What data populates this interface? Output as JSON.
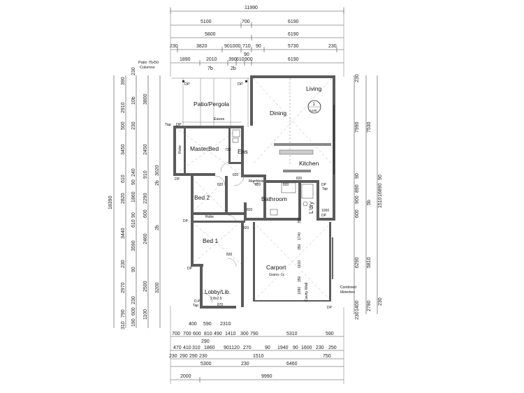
{
  "dimensions": {
    "top": [
      [
        "11990"
      ],
      [
        "5100",
        "700",
        "6190"
      ],
      [
        "5800",
        "6190"
      ],
      [
        "230",
        "3820",
        "901000",
        "710",
        "90",
        "5730",
        "230"
      ],
      [
        "90"
      ],
      [
        "1890",
        "2010",
        "390",
        "610",
        "900",
        "6190"
      ],
      [
        "7b",
        "2b"
      ]
    ],
    "bottom": [
      [
        "400",
        "590",
        "2310"
      ],
      [
        "700",
        "700",
        "600",
        "810",
        "490",
        "1410",
        "300",
        "790",
        "5310",
        "590"
      ],
      [
        "290"
      ],
      [
        "470",
        "410",
        "310",
        "1860",
        "901120",
        "270",
        "90",
        "1940",
        "90",
        "1600",
        "230",
        "250"
      ],
      [
        "230",
        "290",
        "290",
        "230",
        "1510",
        "750"
      ],
      [
        "5300",
        "230",
        "6460"
      ],
      [
        "2000",
        "9990"
      ]
    ],
    "left_outer": [
      "18390"
    ],
    "left_2": [
      "390",
      "2910",
      "500",
      "3450",
      "610",
      "2820",
      "3440",
      "230",
      "2970",
      "790",
      "310"
    ],
    "left_3": [
      "230",
      "10b",
      "230",
      "240",
      "90",
      "1860",
      "90",
      "610",
      "3590",
      "90",
      "230",
      "600",
      "190"
    ],
    "left_4": [
      "3800",
      "2450",
      "910",
      "2290",
      "600",
      "2460",
      "2500",
      "1100"
    ],
    "left_5": [
      "3020",
      "2b",
      "2b",
      "3200"
    ],
    "right_1": [
      "230",
      "7990",
      "90",
      "890",
      "900",
      "600",
      "6290",
      "1400",
      "230"
    ],
    "right_2": [
      "7530",
      "5b",
      "5810",
      "2780"
    ],
    "right_3": [
      "90",
      "1510",
      "230"
    ],
    "right_4": [
      "16890"
    ]
  },
  "rooms": {
    "patio": "Patio/Pergola",
    "eaves": "Eaves",
    "living": "Living",
    "dining": "Dining",
    "master": "MasterBed",
    "ens": "Ens",
    "kitchen": "Kitchen",
    "bed2": "Bed 2",
    "bathroom": "Bathroom",
    "ldry": "L'dry",
    "bed1": "Bed 1",
    "carport": "Carport",
    "carport_sub": "Grano -1c",
    "lobby": "Lobby/Lib.",
    "lobby_sub": "2.8x2.5"
  },
  "annotations": {
    "patio_cols": "Patio 75x50",
    "patio_cols2": "Columns",
    "section_num": "1",
    "section_ref": "A106",
    "robe1": "Robe",
    "robe2": "Robe",
    "man_hole": "Man Hole",
    "dp": "DP",
    "tap": "Tap",
    "dp_tap": "D.P",
    "cavity_wall": "Cavity Wall",
    "combined": "Combined",
    "meterbox": "Meterbox",
    "door820": "820",
    "door720": "720",
    "door1000": "1000",
    "door870": "870",
    "s350": "350",
    "s1740": "1740",
    "s1610": "1610",
    "s1090": "1090",
    "s1350": "1350"
  }
}
